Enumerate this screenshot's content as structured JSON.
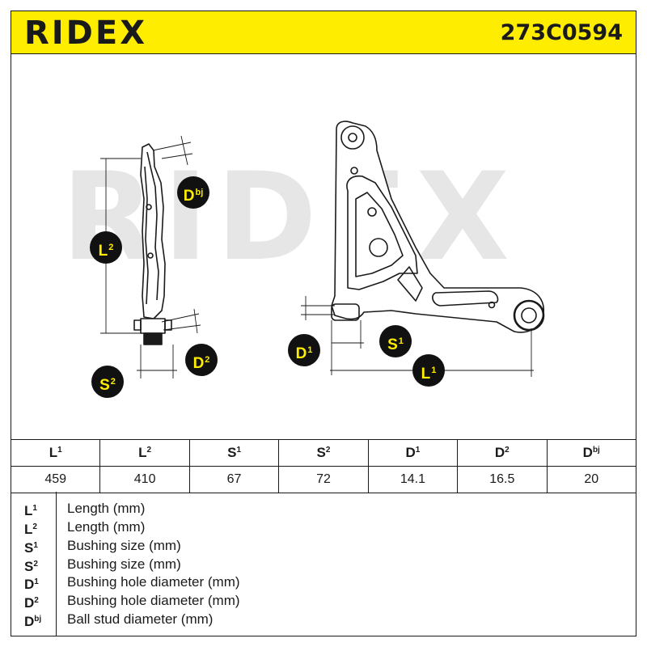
{
  "header": {
    "brand": "RIDEX",
    "part_number": "273C0594",
    "background": "#ffed00"
  },
  "drawing": {
    "watermark": "RIDEX",
    "badges": {
      "dbj": {
        "main": "D",
        "sup": "bj"
      },
      "l2": {
        "main": "L",
        "sup": "2"
      },
      "d2": {
        "main": "D",
        "sup": "2"
      },
      "s2": {
        "main": "S",
        "sup": "2"
      },
      "d1": {
        "main": "D",
        "sup": "1"
      },
      "s1": {
        "main": "S",
        "sup": "1"
      },
      "l1": {
        "main": "L",
        "sup": "1"
      }
    }
  },
  "spec_table": {
    "headers": [
      {
        "main": "L",
        "sup": "1"
      },
      {
        "main": "L",
        "sup": "2"
      },
      {
        "main": "S",
        "sup": "1"
      },
      {
        "main": "S",
        "sup": "2"
      },
      {
        "main": "D",
        "sup": "1"
      },
      {
        "main": "D",
        "sup": "2"
      },
      {
        "main": "D",
        "sup": "bj"
      }
    ],
    "values": [
      "459",
      "410",
      "67",
      "72",
      "14.1",
      "16.5",
      "20"
    ]
  },
  "legend": [
    {
      "main": "L",
      "sup": "1",
      "desc": "Length (mm)"
    },
    {
      "main": "L",
      "sup": "2",
      "desc": "Length (mm)"
    },
    {
      "main": "S",
      "sup": "1",
      "desc": "Bushing size (mm)"
    },
    {
      "main": "S",
      "sup": "2",
      "desc": "Bushing size (mm)"
    },
    {
      "main": "D",
      "sup": "1",
      "desc": "Bushing hole diameter (mm)"
    },
    {
      "main": "D",
      "sup": "2",
      "desc": "Bushing hole diameter (mm)"
    },
    {
      "main": "D",
      "sup": "bj",
      "desc": "Ball stud diameter (mm)"
    }
  ]
}
